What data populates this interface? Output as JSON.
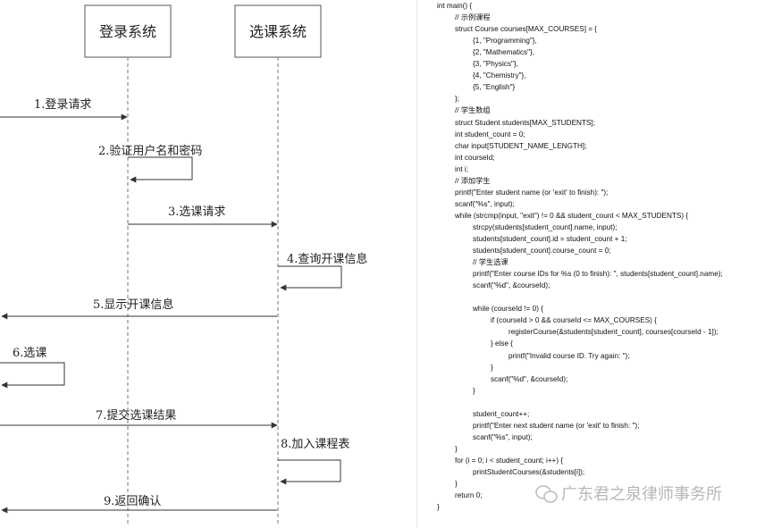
{
  "participants": [
    "登录系统",
    "选课系统"
  ],
  "messages": [
    "1.登录请求",
    "2.验证用户名和密码",
    "3.选课请求",
    "4.查询开课信息",
    "5.显示开课信息",
    "6.选课",
    "7.提交选课结果",
    "8.加入课程表",
    "9.返回确认"
  ],
  "code_lines": [
    "int main() {",
    "// 示例课程",
    "struct Course courses[MAX_COURSES] = {",
    "{1, \"Programming\"},",
    "{2, \"Mathematics\"},",
    "{3, \"Physics\"},",
    "{4, \"Chemistry\"},",
    "{5, \"English\"}",
    "};",
    "// 学生数组",
    "struct Student students[MAX_STUDENTS];",
    "int student_count = 0;",
    "char input[STUDENT_NAME_LENGTH];",
    "int courseId;",
    "int i;",
    "// 添加学生",
    "printf(\"Enter student name (or 'exit' to finish): \");",
    "scanf(\"%s\", input);",
    "while (strcmp(input, \"exit\") != 0 && student_count < MAX_STUDENTS) {",
    "strcpy(students[student_count].name, input);",
    "students[student_count].id = student_count + 1;",
    "students[student_count].course_count = 0;",
    "// 学生选课",
    "printf(\"Enter course IDs for %s (0 to finish): \", students[student_count].name);",
    "scanf(\"%d\", &courseId);",
    "",
    "while (courseId != 0) {",
    "if (courseId > 0 && courseId <= MAX_COURSES) {",
    "registerCourse(&students[student_count], courses[courseId - 1]);",
    "} else {",
    "printf(\"Invalid course ID. Try again: \");",
    "}",
    "scanf(\"%d\", &courseId);",
    "}",
    "",
    "student_count++;",
    "printf(\"Enter next student name (or 'exit' to finish: \");",
    "scanf(\"%s\", input);",
    "}",
    "for (i = 0; i < student_count; i++) {",
    "printStudentCourses(&students[i]);",
    "}",
    "return 0;",
    "}"
  ],
  "watermark": "广东君之泉律师事务所"
}
